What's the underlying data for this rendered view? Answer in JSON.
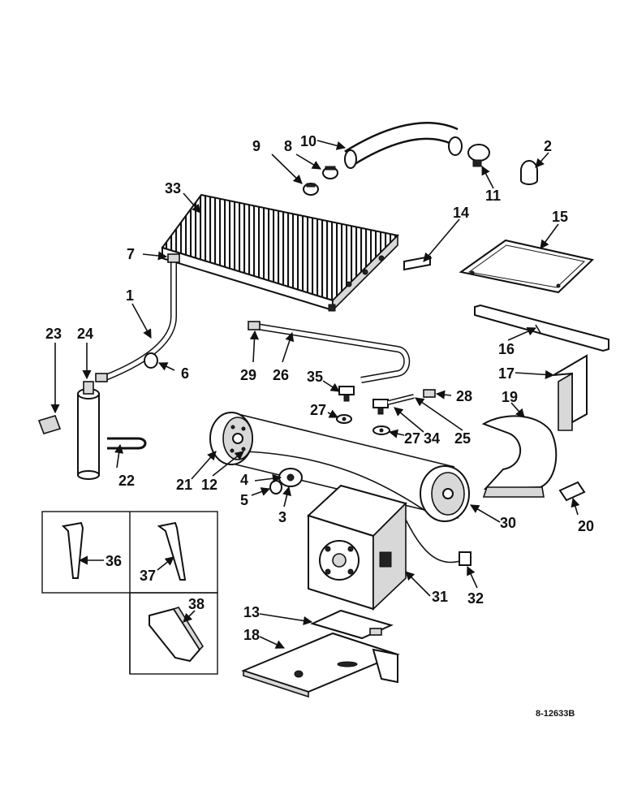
{
  "diagram": {
    "drawing_code": "8-12633B",
    "callouts": [
      "1",
      "2",
      "3",
      "4",
      "5",
      "6",
      "7",
      "8",
      "9",
      "10",
      "11",
      "12",
      "13",
      "14",
      "15",
      "16",
      "17",
      "18",
      "19",
      "20",
      "21",
      "22",
      "23",
      "24",
      "25",
      "26",
      "27",
      "28",
      "29",
      "30",
      "31",
      "32",
      "33",
      "34",
      "35",
      "36",
      "37",
      "38"
    ]
  },
  "labels": {
    "c1": "1",
    "c2": "2",
    "c3": "3",
    "c4": "4",
    "c5": "5",
    "c6": "6",
    "c7": "7",
    "c8": "8",
    "c9": "9",
    "c10": "10",
    "c11": "11",
    "c12": "12",
    "c13": "13",
    "c14": "14",
    "c15": "15",
    "c16": "16",
    "c17": "17",
    "c18": "18",
    "c19": "19",
    "c20": "20",
    "c21": "21",
    "c22": "22",
    "c23": "23",
    "c24": "24",
    "c25": "25",
    "c26": "26",
    "c27a": "27",
    "c27b": "27",
    "c28": "28",
    "c29": "29",
    "c30": "30",
    "c31": "31",
    "c32": "32",
    "c33": "33",
    "c34": "34",
    "c35": "35",
    "c36": "36",
    "c37": "37",
    "c38": "38"
  }
}
